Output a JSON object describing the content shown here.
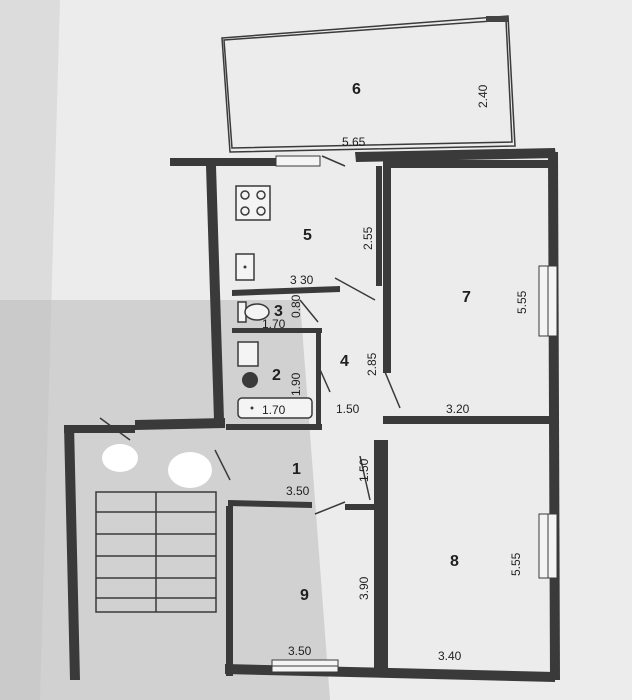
{
  "rooms": {
    "r1": "1",
    "r2": "2",
    "r3": "3",
    "r4": "4",
    "r5": "5",
    "r6": "6",
    "r7": "7",
    "r8": "8",
    "r9": "9"
  },
  "dimensions": {
    "r6_height": "2.40",
    "r6_width": "5.65",
    "r5_height": "2.55",
    "r5_width": "3 30",
    "r3_height": "0.80",
    "r3_width": "1.70",
    "r2_height": "1.90",
    "r2_width": "1.70",
    "r4_height": "2.85",
    "r4_width": "1.50",
    "r7_height": "5.55",
    "r7_width": "3.20",
    "r1_height": "1.50",
    "r1_width": "3.50",
    "r8_height": "5.55",
    "r8_width": "3.40",
    "r9_height": "3.90",
    "r9_width": "3.50"
  },
  "colors": {
    "background": "#dcdcdc",
    "paper": "#f4f4f4",
    "shadow": "#bcbcbc",
    "line": "#3a3a3a"
  }
}
